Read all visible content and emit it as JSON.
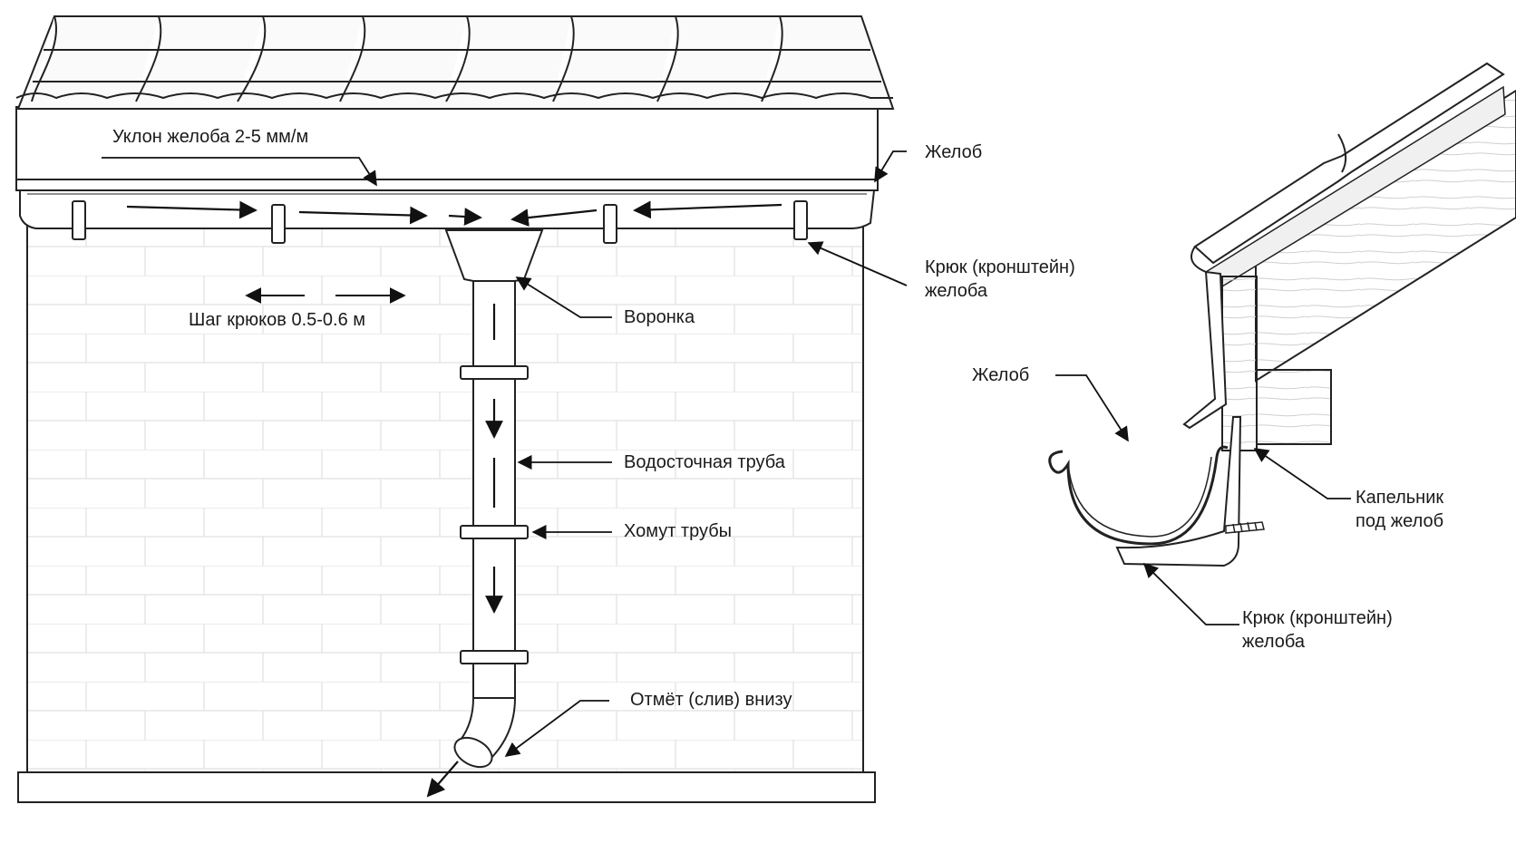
{
  "front_view": {
    "slope_label": "Уклон желоба 2-5 мм/м",
    "gutter_label": "Желоб",
    "hook_label": [
      "Крюк (кронштейн)",
      "желоба"
    ],
    "hook_spacing_label": "Шаг крюков 0.5-0.6 м",
    "funnel_label": "Воронка",
    "downpipe_label": "Водосточная труба",
    "clamp_label": "Хомут трубы",
    "outlet_label": "Отмёт (слив) внизу"
  },
  "section_view": {
    "gutter_label": "Желоб",
    "drip_edge_label": [
      "Капельник",
      "под желоб"
    ],
    "hook_label": [
      "Крюк (кронштейн)",
      "желоба"
    ]
  }
}
